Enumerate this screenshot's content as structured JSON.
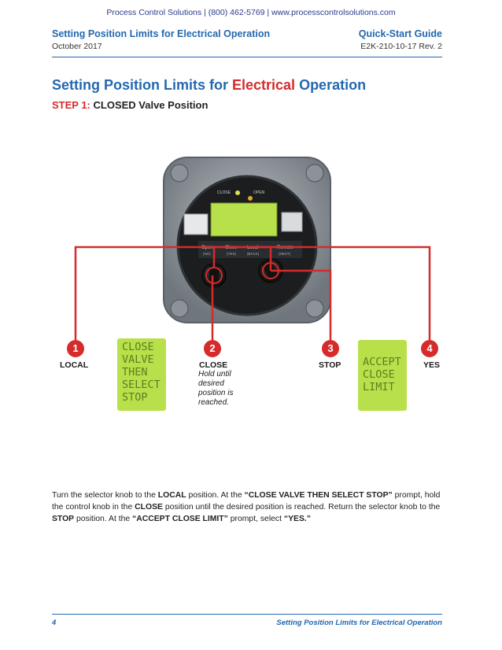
{
  "banner": "Process Control Solutions  |  (800) 462-5769  |  www.processcontrolsolutions.com",
  "header": {
    "left_title": "Setting Position Limits for Electrical Operation",
    "date": "October 2017",
    "right_title": "Quick-Start Guide",
    "doc_number": "E2K-210-10-17 Rev. 2"
  },
  "title": {
    "part1": "Setting Position Limits for ",
    "accent": "Electrical",
    "part2": " Operation"
  },
  "step": {
    "label": "STEP 1:",
    "text": " CLOSED Valve Position"
  },
  "device": {
    "close_indicator": "CLOSE",
    "open_indicator": "OPEN",
    "knob_labels": [
      "Open",
      "Close",
      "Local",
      "Remote"
    ],
    "knob_sublabels": [
      "(NO)",
      "(YES)",
      "(BACK)",
      "(NEXT)"
    ]
  },
  "callouts": [
    {
      "number": "1",
      "label": "LOCAL"
    },
    {
      "number": "2",
      "label": "CLOSE",
      "note": "Hold until desired position is reached."
    },
    {
      "number": "3",
      "label": "STOP"
    },
    {
      "number": "4",
      "label": "YES"
    }
  ],
  "lcd_left": [
    "CLOSE",
    "VALVE",
    "THEN",
    "SELECT",
    "STOP"
  ],
  "lcd_right": [
    "ACCEPT",
    "CLOSE",
    "LIMIT"
  ],
  "instruction": {
    "t1": "Turn the selector knob to the ",
    "b1": "LOCAL",
    "t2": " position. At the ",
    "b2": "“CLOSE VALVE THEN SELECT STOP”",
    "t3": " prompt, hold the control knob in the ",
    "b3": "CLOSE",
    "t4": " position until the desired position is reached. Return the selector knob to the ",
    "b4": "STOP",
    "t5": " position. At the ",
    "b5": "“ACCEPT CLOSE LIMIT”",
    "t6": " prompt, select ",
    "b6": "“YES.”"
  },
  "footer": {
    "page": "4",
    "title": "Setting Position Limits for Electrical Operation"
  },
  "colors": {
    "brand_blue": "#2468b0",
    "accent_red": "#d52b2b",
    "lcd_green": "#b8e04a"
  }
}
